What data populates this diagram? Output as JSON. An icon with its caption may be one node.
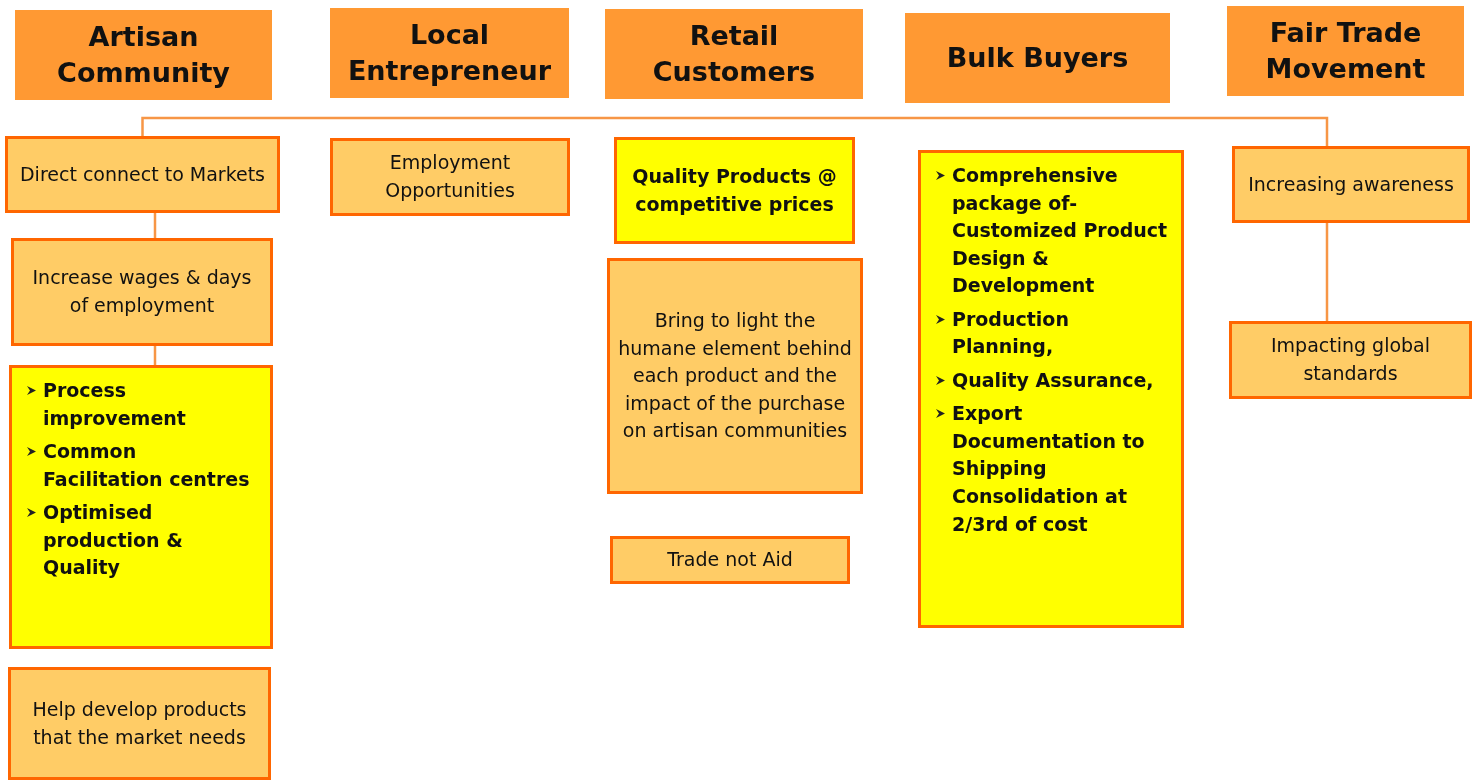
{
  "diagram": {
    "nodes": [
      {
        "text": [
          "Artisan Community"
        ]
      },
      {
        "text": [
          "Local Entrepreneur"
        ]
      },
      {
        "text": [
          "Retail Customers"
        ]
      },
      {
        "text": [
          "Bulk Buyers"
        ]
      },
      {
        "text": [
          "Fair Trade Movement"
        ]
      },
      {
        "text": [
          "Direct connect to Markets"
        ]
      },
      {
        "text": [
          "Increase wages & days of employment"
        ]
      },
      {
        "text": [
          "Process improvement",
          "Common Facilitation centres",
          "Optimised production & Quality"
        ]
      },
      {
        "text": [
          "Help develop products that the market needs"
        ]
      },
      {
        "text": [
          "Employment Opportunities"
        ]
      },
      {
        "text": [
          "Quality Products @ competitive prices"
        ]
      },
      {
        "text": [
          "Bring to light the humane element behind each product  and the impact of the purchase on artisan communities"
        ]
      },
      {
        "text": [
          "Trade not Aid"
        ]
      },
      {
        "text": [
          "Comprehensive package of- Customized Product Design & Development",
          "Production Planning,",
          "Quality Assurance,",
          "Export Documentation to Shipping Consolidation at 2/3rd of cost"
        ]
      },
      {
        "text": [
          "Increasing awareness"
        ]
      },
      {
        "text": [
          "Impacting global standards"
        ]
      }
    ],
    "edges": [
      {
        "from": 5,
        "to": 14,
        "arrow": "none"
      },
      {
        "from": 5,
        "to": 6,
        "arrow": "none"
      },
      {
        "from": 6,
        "to": 7,
        "arrow": "none"
      },
      {
        "from": 14,
        "to": 15,
        "arrow": "none"
      }
    ]
  }
}
